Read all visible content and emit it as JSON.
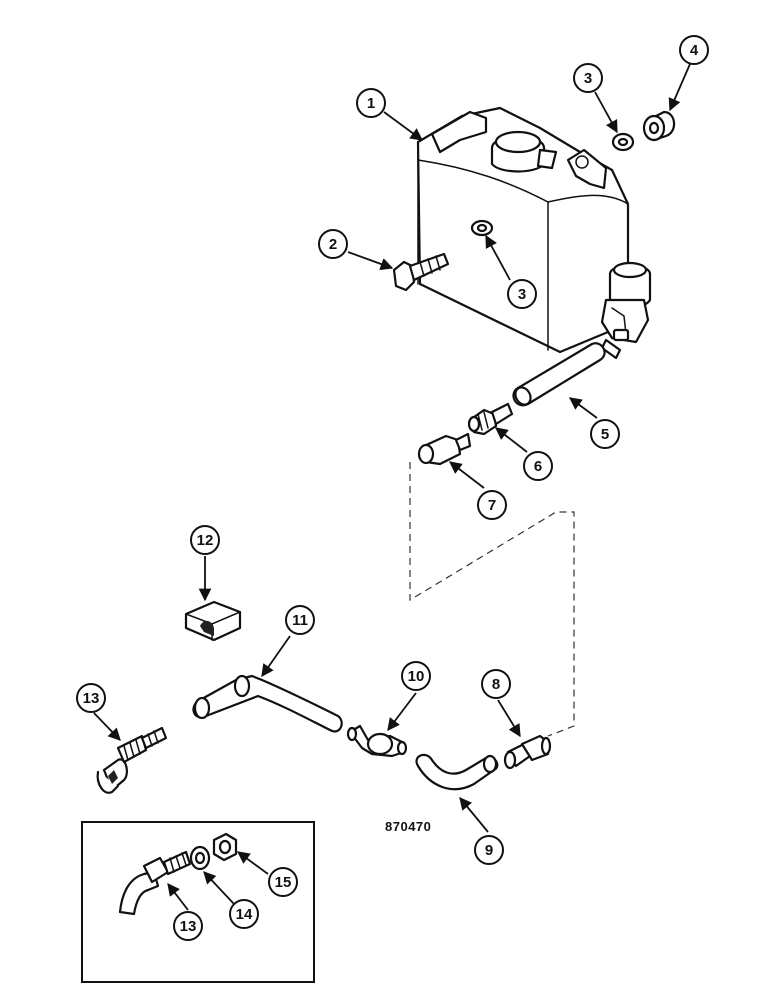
{
  "drawing_code": "870470",
  "callouts": {
    "c1": "1",
    "c2": "2",
    "c3a": "3",
    "c3b": "3",
    "c4": "4",
    "c5": "5",
    "c6": "6",
    "c7": "7",
    "c8": "8",
    "c9": "9",
    "c10": "10",
    "c11": "11",
    "c12": "12",
    "c13a": "13",
    "c13b": "13",
    "c14": "14",
    "c15": "15"
  }
}
